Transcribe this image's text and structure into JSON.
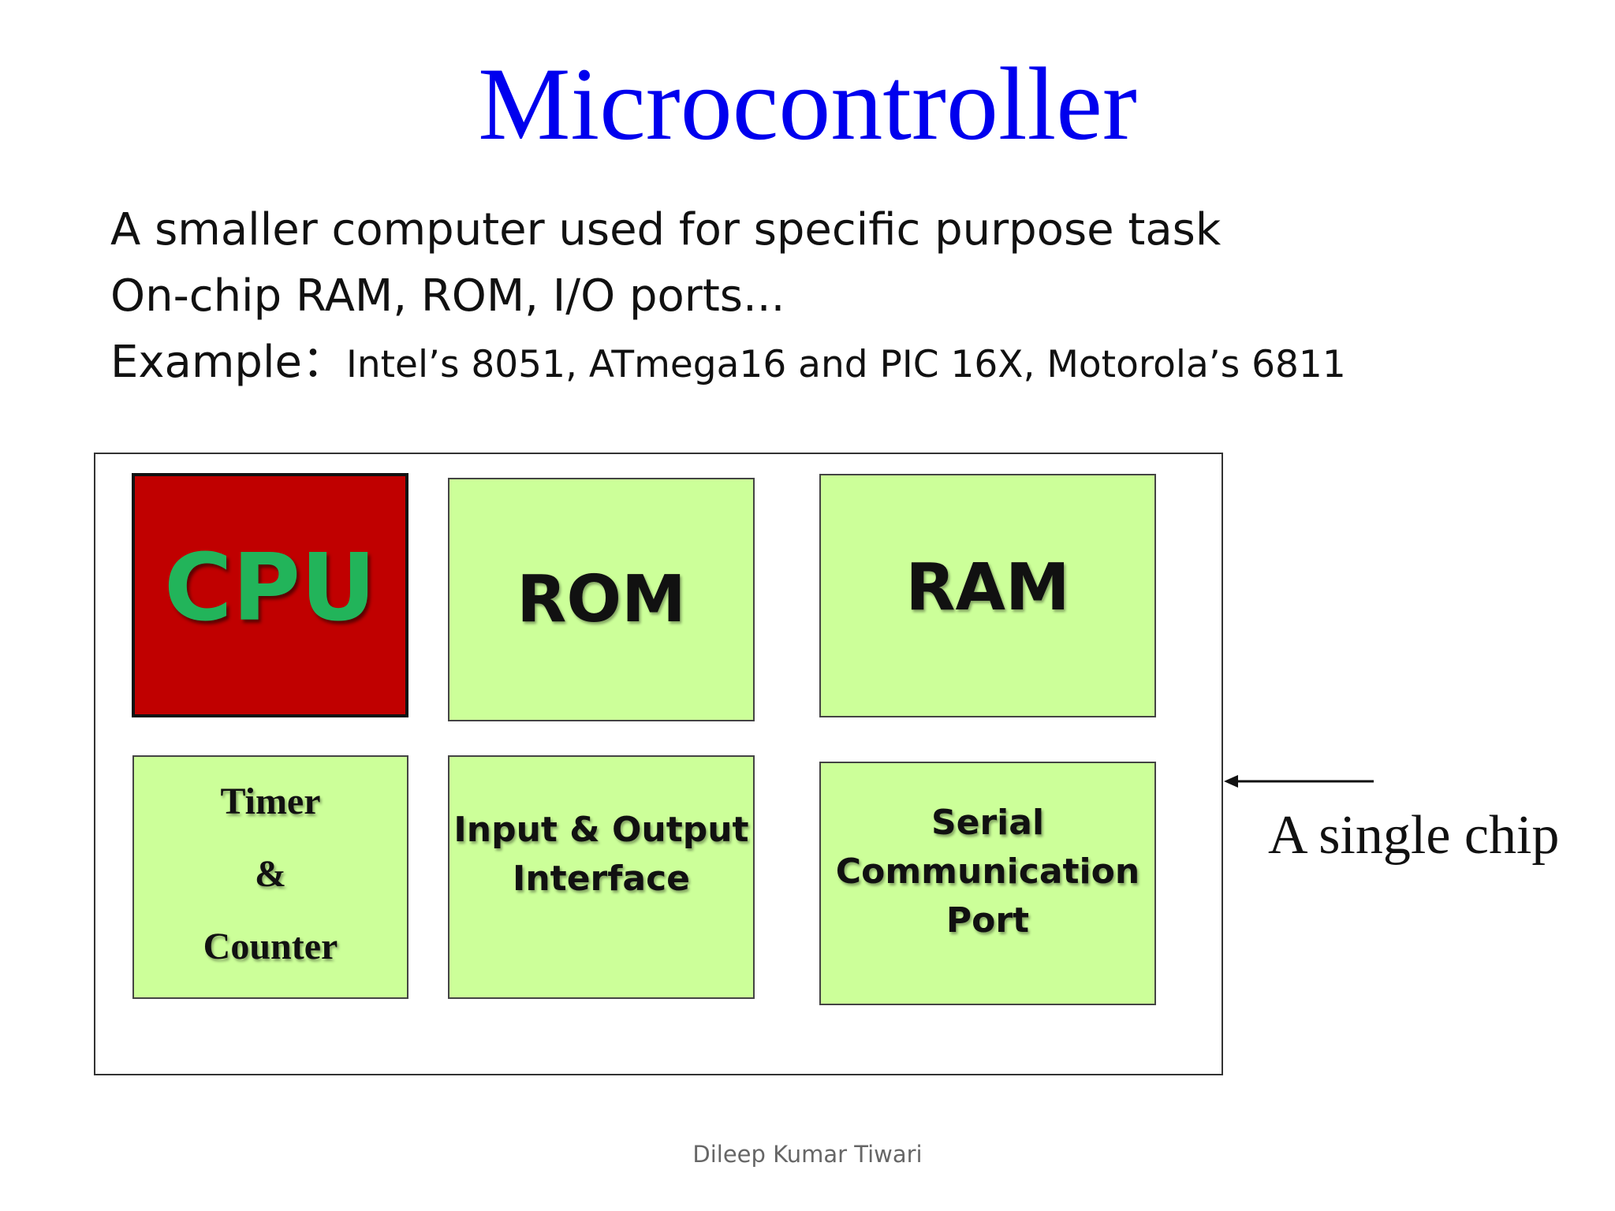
{
  "title": "Microcontroller",
  "bullets": {
    "line1": "A smaller computer used for specific purpose task",
    "line2": "On-chip RAM, ROM, I/O ports...",
    "line3_prefix": "Example：",
    "line3_detail": "Intel’s 8051, ATmega16 and PIC 16X, Motorola’s 6811"
  },
  "diagram": {
    "cpu": "CPU",
    "rom": "ROM",
    "ram": "RAM",
    "timer": [
      "Timer",
      "&",
      "Counter"
    ],
    "io": [
      "Input & Output",
      "Interface"
    ],
    "serial": [
      "Serial",
      "Communication",
      "Port"
    ],
    "chip_caption": "A single chip"
  },
  "footer": "Dileep Kumar Tiwari",
  "colors": {
    "title": "#0000ee",
    "cpu_fill": "#c00000",
    "cpu_text": "#22b45a",
    "block_fill": "#ccff99"
  }
}
